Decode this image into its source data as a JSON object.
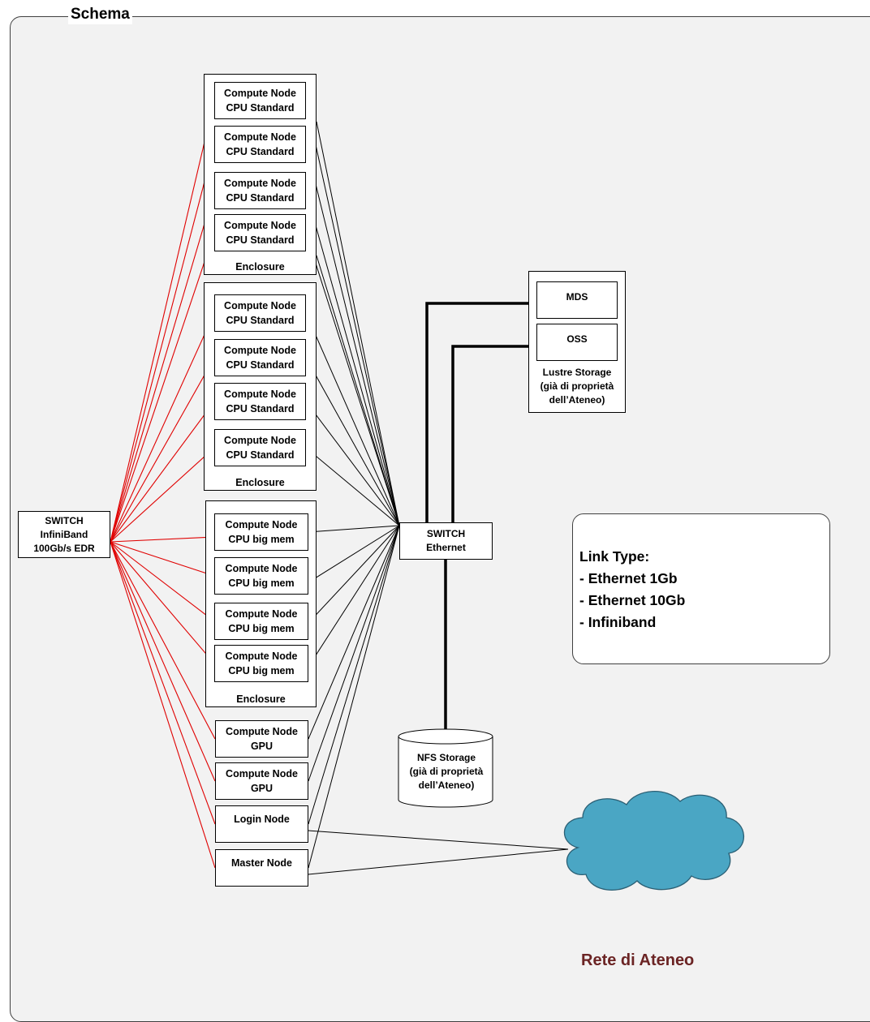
{
  "diagram_title": "Schema",
  "enclosure_label": "Enclosure",
  "infiniband_switch": {
    "lines": [
      "SWITCH",
      "InfiniBand",
      "100Gb/s EDR"
    ]
  },
  "ethernet_switch": {
    "lines": [
      "SWITCH",
      "Ethernet"
    ]
  },
  "compute_nodes": [
    {
      "line1": "Compute Node",
      "line2": "CPU Standard"
    },
    {
      "line1": "Compute Node",
      "line2": "CPU Standard"
    },
    {
      "line1": "Compute Node",
      "line2": "CPU Standard"
    },
    {
      "line1": "Compute Node",
      "line2": "CPU Standard"
    },
    {
      "line1": "Compute Node",
      "line2": "CPU Standard"
    },
    {
      "line1": "Compute Node",
      "line2": "CPU Standard"
    },
    {
      "line1": "Compute Node",
      "line2": "CPU Standard"
    },
    {
      "line1": "Compute Node",
      "line2": "CPU Standard"
    },
    {
      "line1": "Compute Node",
      "line2": "CPU big mem"
    },
    {
      "line1": "Compute Node",
      "line2": "CPU big mem"
    },
    {
      "line1": "Compute Node",
      "line2": "CPU big mem"
    },
    {
      "line1": "Compute Node",
      "line2": "CPU big mem"
    },
    {
      "line1": "Compute Node",
      "line2": "GPU"
    },
    {
      "line1": "Compute Node",
      "line2": "GPU"
    },
    {
      "line1": "Login Node",
      "line2": ""
    },
    {
      "line1": "Master Node",
      "line2": ""
    }
  ],
  "lustre": {
    "mds": "MDS",
    "oss": "OSS",
    "caption": [
      "Lustre Storage",
      "(già di proprietà",
      "dell’Ateneo)"
    ]
  },
  "nfs": {
    "caption": [
      "NFS Storage",
      "(già di proprietà",
      "dell’Ateneo)"
    ]
  },
  "network": {
    "label": "Rete di Ateneo",
    "cloud_color": "#4aa6c4"
  },
  "legend": {
    "title": "Link Type:",
    "items": [
      {
        "label": "- Ethernet 1Gb",
        "color": "#000000",
        "weight": "thin"
      },
      {
        "label": "- Ethernet 10Gb",
        "color": "#000000",
        "weight": "thick"
      },
      {
        "label": "- Infiniband",
        "color": "#e00000",
        "weight": "thin"
      }
    ]
  },
  "colors": {
    "infiniband": "#e00000",
    "ethernet": "#000000",
    "background": "#f2f2f2"
  }
}
